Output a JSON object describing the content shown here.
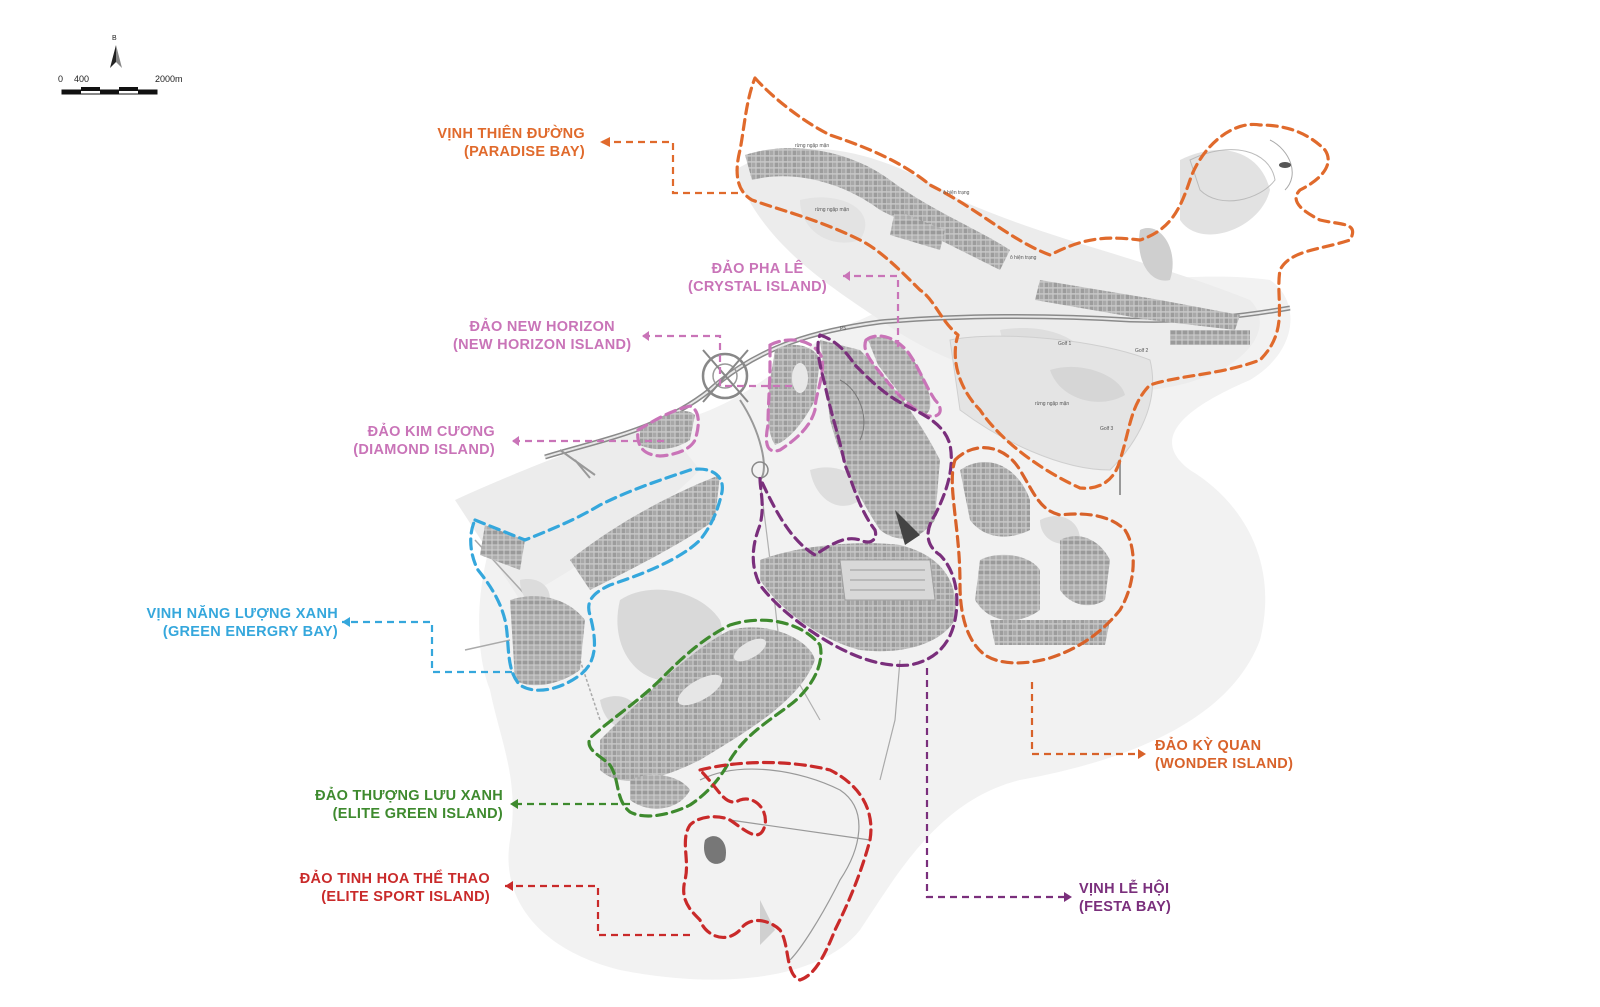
{
  "scale_bar": {
    "start": "0",
    "mid": "400",
    "end": "2000m"
  },
  "north_arrow": {
    "letter": "B"
  },
  "colors": {
    "paradise": "#e06a2c",
    "crystal": "#c974b8",
    "new_horizon": "#c974b8",
    "diamond": "#c974b8",
    "green_energy": "#35a7dc",
    "elite_green": "#3e8a2e",
    "elite_sport": "#c92a2a",
    "festa": "#7a2f7c",
    "wonder": "#d8622a"
  },
  "zones": {
    "paradise": {
      "vi": "VỊNH THIÊN ĐƯỜNG",
      "en": "(PARADISE BAY)"
    },
    "crystal": {
      "vi": "ĐẢO PHA LÊ",
      "en": "(CRYSTAL ISLAND)"
    },
    "new_horizon": {
      "vi": "ĐẢO NEW HORIZON",
      "en": "(NEW HORIZON ISLAND)"
    },
    "diamond": {
      "vi": "ĐẢO KIM CƯƠNG",
      "en": "(DIAMOND ISLAND)"
    },
    "green_energy": {
      "vi": "VỊNH NĂNG LƯỢNG XANH",
      "en": "(GREEN ENERGRY BAY)"
    },
    "elite_green": {
      "vi": "ĐẢO THƯỢNG LƯU XANH",
      "en": "(ELITE GREEN ISLAND)"
    },
    "elite_sport": {
      "vi": "ĐẢO TINH HOA THỂ THAO",
      "en": "(ELITE SPORT ISLAND)"
    },
    "festa": {
      "vi": "VỊNH LỄ HỘI",
      "en": "(FESTA BAY)"
    },
    "wonder": {
      "vi": "ĐẢO KỲ QUAN",
      "en": "(WONDER ISLAND)"
    }
  },
  "map_annotations": {
    "mangrove_1": "rừng ngập mặn",
    "mangrove_2": "rừng ngập mặn",
    "mangrove_3": "rừng ngập mặn",
    "existing_1": "ô hiện trạng",
    "existing_2": "ô hiện trạng",
    "golf_1": "Golf 1",
    "golf_2": "Golf 2",
    "golf_3": "Golf 3",
    "road": "P5"
  }
}
